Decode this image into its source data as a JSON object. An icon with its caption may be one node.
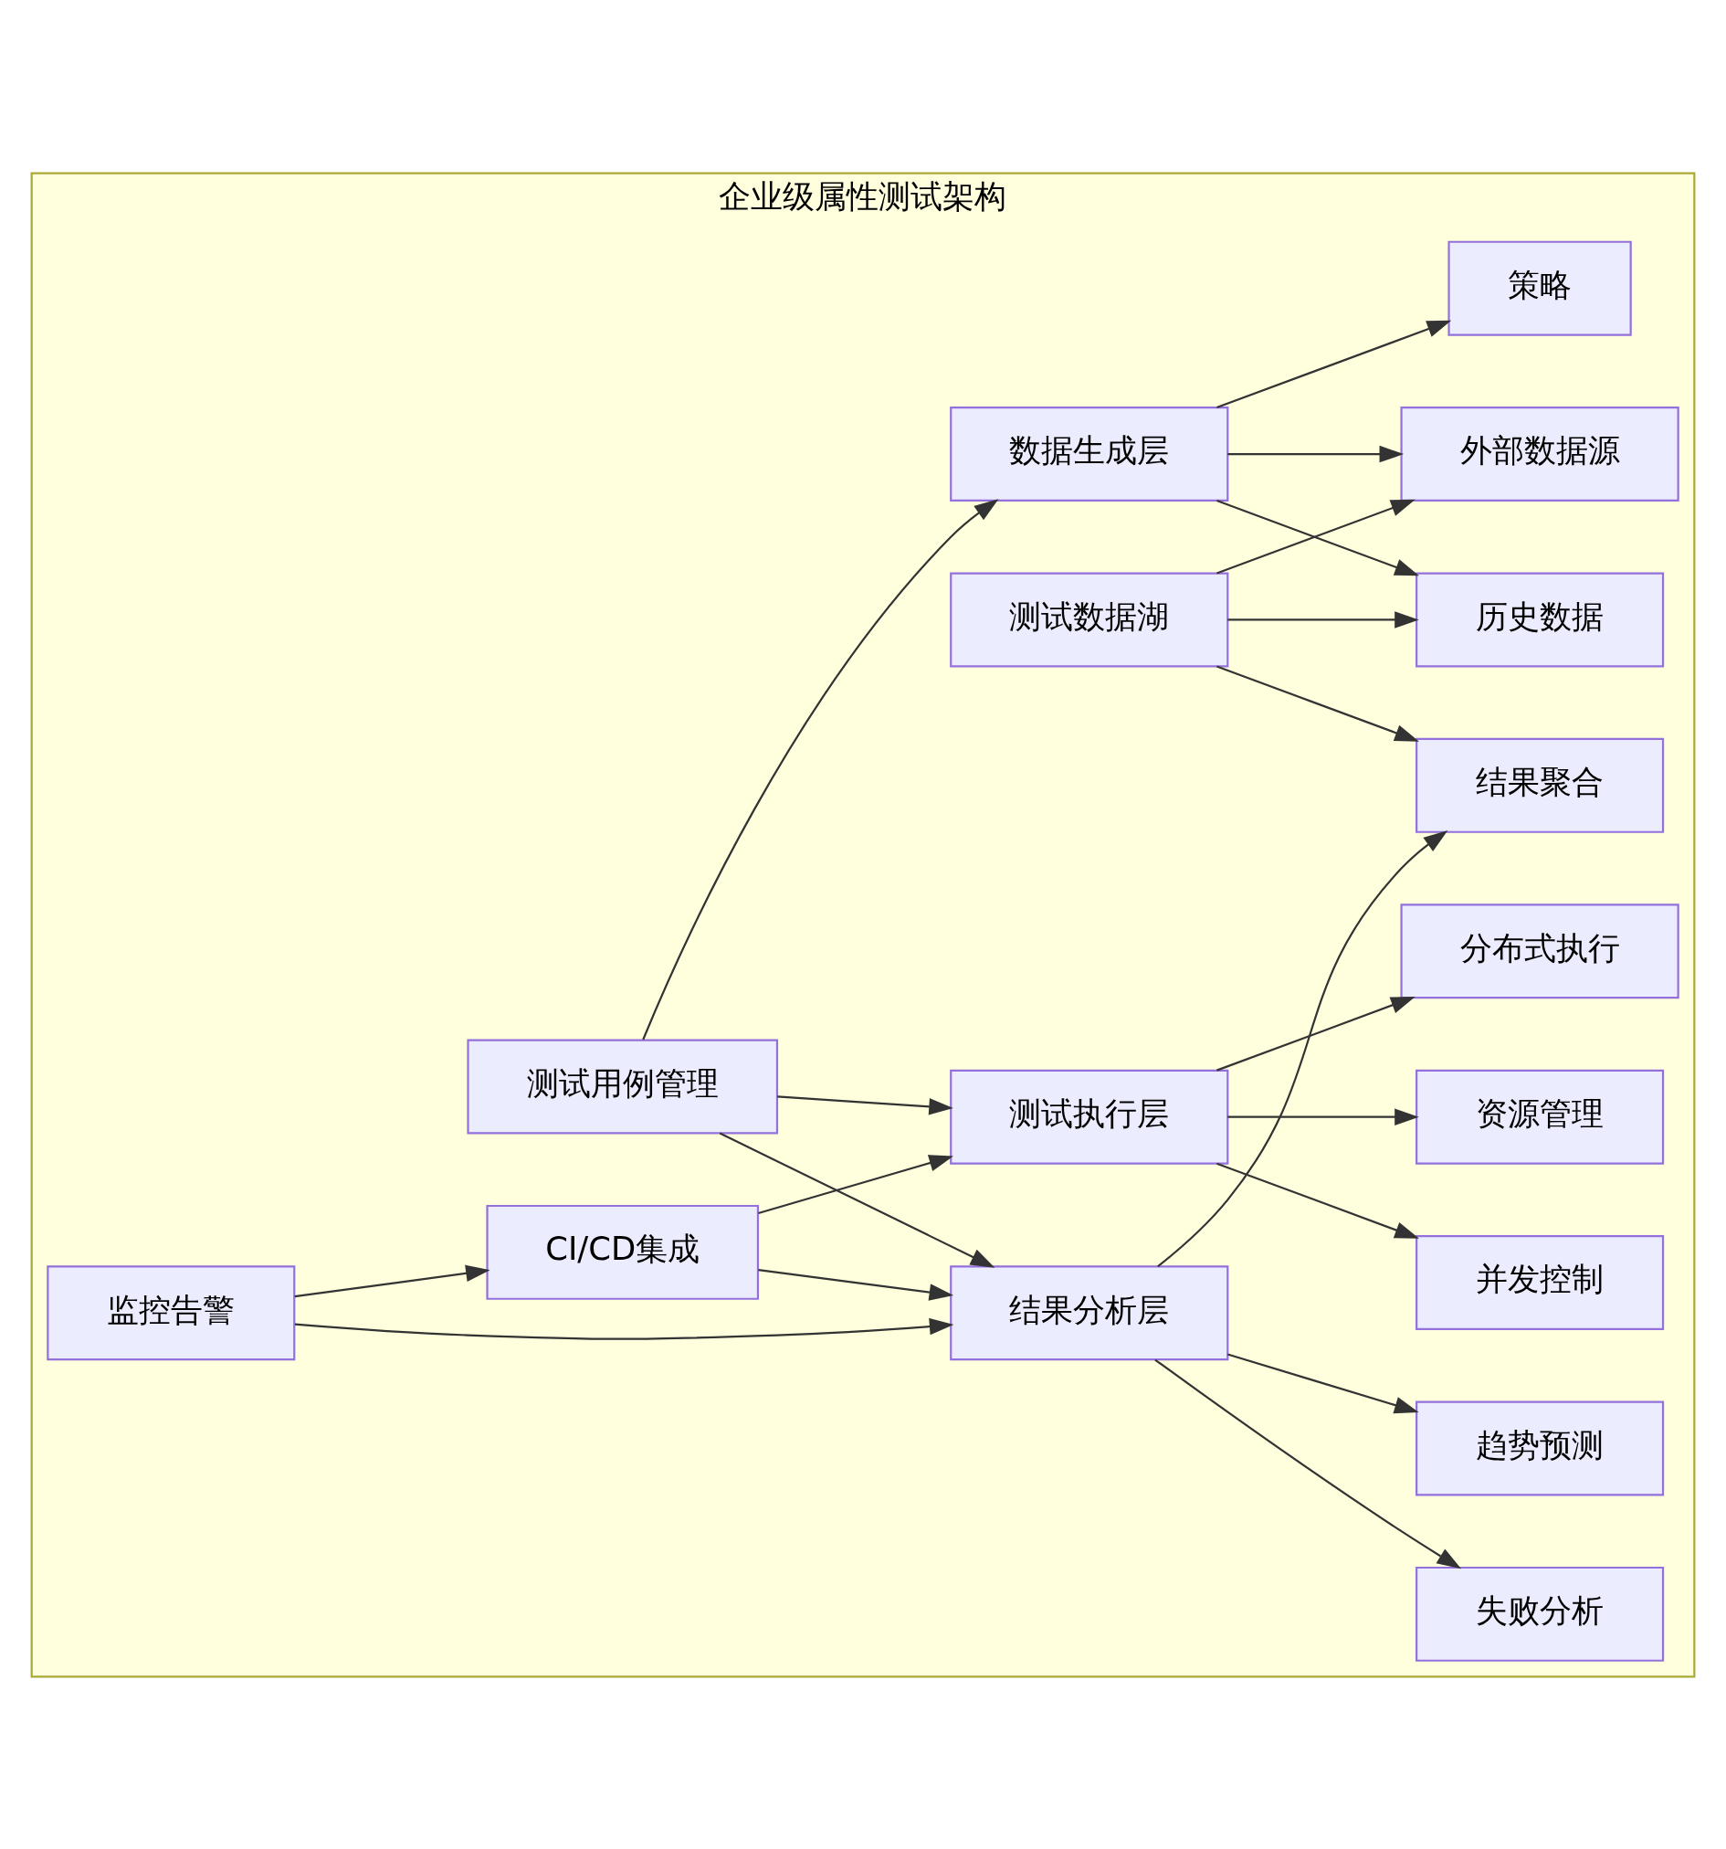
{
  "diagram": {
    "nodes": [
      {
        "text": [
          "企业级属性测试架构"
        ]
      },
      {
        "text": [
          "测试用例管理"
        ],
        "in": 0
      },
      {
        "text": [
          "数据生成层"
        ],
        "in": 0
      },
      {
        "text": [
          "测试执行层"
        ],
        "in": 0
      },
      {
        "text": [
          "结果分析层"
        ],
        "in": 0
      },
      {
        "text": [
          "策略"
        ],
        "in": 0
      },
      {
        "text": [
          "外部数据源"
        ],
        "in": 0
      },
      {
        "text": [
          "历史数据"
        ],
        "in": 0
      },
      {
        "text": [
          "分布式执行"
        ],
        "in": 0
      },
      {
        "text": [
          "并发控制"
        ],
        "in": 0
      },
      {
        "text": [
          "资源管理"
        ],
        "in": 0
      },
      {
        "text": [
          "结果聚合"
        ],
        "in": 0
      },
      {
        "text": [
          "失败分析"
        ],
        "in": 0
      },
      {
        "text": [
          "趋势预测"
        ],
        "in": 0
      },
      {
        "text": [
          "测试数据湖"
        ],
        "in": 0
      },
      {
        "text": [
          "CI/CD集成"
        ],
        "in": 0
      },
      {
        "text": [
          "监控告警"
        ],
        "in": 0
      }
    ],
    "edges": [
      {
        "from": 1,
        "to": 2,
        "arrow": "to"
      },
      {
        "from": 1,
        "to": 3,
        "arrow": "to"
      },
      {
        "from": 1,
        "to": 4,
        "arrow": "to"
      },
      {
        "from": 2,
        "to": 5,
        "arrow": "to"
      },
      {
        "from": 2,
        "to": 6,
        "arrow": "to"
      },
      {
        "from": 2,
        "to": 7,
        "arrow": "to"
      },
      {
        "from": 3,
        "to": 8,
        "arrow": "to"
      },
      {
        "from": 3,
        "to": 9,
        "arrow": "to"
      },
      {
        "from": 3,
        "to": 10,
        "arrow": "to"
      },
      {
        "from": 4,
        "to": 11,
        "arrow": "to"
      },
      {
        "from": 4,
        "to": 12,
        "arrow": "to"
      },
      {
        "from": 4,
        "to": 13,
        "arrow": "to"
      },
      {
        "from": 14,
        "to": 6,
        "arrow": "to"
      },
      {
        "from": 14,
        "to": 7,
        "arrow": "to"
      },
      {
        "from": 14,
        "to": 11,
        "arrow": "to"
      },
      {
        "from": 15,
        "to": 3,
        "arrow": "to"
      },
      {
        "from": 15,
        "to": 4,
        "arrow": "to"
      },
      {
        "from": 16,
        "to": 15,
        "arrow": "to"
      },
      {
        "from": 16,
        "to": 4,
        "arrow": "to"
      }
    ]
  }
}
